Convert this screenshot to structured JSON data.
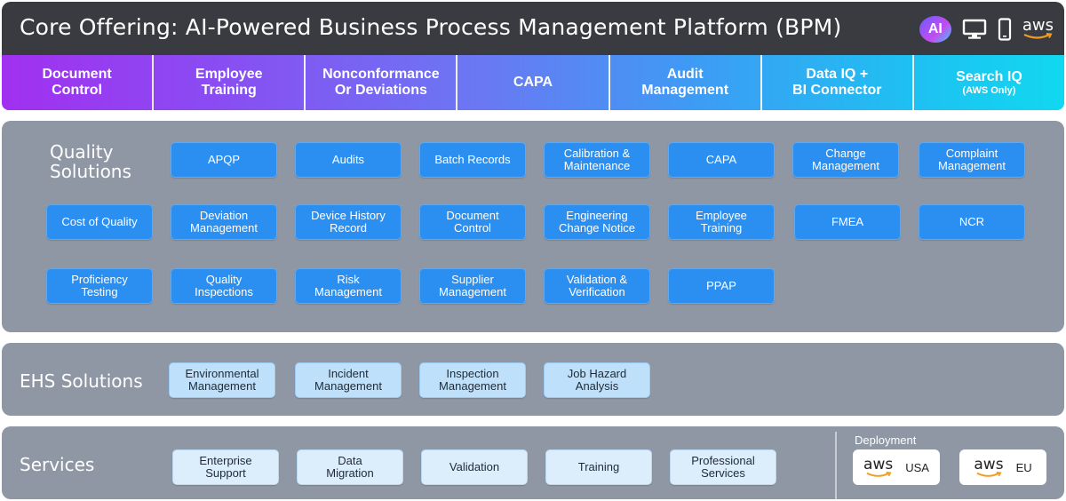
{
  "header": {
    "title": "Core Offering:  AI-Powered Business Process Management Platform (BPM)",
    "ai_badge": "AI",
    "aws": "aws",
    "icons": [
      "ai-icon",
      "desktop-icon",
      "mobile-icon",
      "aws-logo-icon"
    ]
  },
  "tabs": [
    {
      "label": "Document\nControl"
    },
    {
      "label": "Employee\nTraining"
    },
    {
      "label": "Nonconformance\nOr Deviations"
    },
    {
      "label": "CAPA"
    },
    {
      "label": "Audit\nManagement"
    },
    {
      "label": "Data IQ +\nBI Connector"
    },
    {
      "label": "Search IQ",
      "sub": "(AWS Only)"
    }
  ],
  "quality": {
    "label": "Quality\nSolutions",
    "tiles": [
      "APQP",
      "Audits",
      "Batch Records",
      "Calibration &\nMaintenance",
      "CAPA",
      "Change\nManagement",
      "Complaint\nManagement",
      "Cost of Quality",
      "Deviation\nManagement",
      "Device History\nRecord",
      "Document\nControl",
      "Engineering\nChange Notice",
      "Employee\nTraining",
      "FMEA",
      "NCR",
      "Proficiency\nTesting",
      "Quality\nInspections",
      "Risk\nManagement",
      "Supplier\nManagement",
      "Validation &\nVerification",
      "PPAP"
    ]
  },
  "ehs": {
    "label": "EHS Solutions",
    "tiles": [
      "Environmental\nManagement",
      "Incident\nManagement",
      "Inspection\nManagement",
      "Job Hazard\nAnalysis"
    ]
  },
  "services": {
    "label": "Services",
    "tiles": [
      "Enterprise\nSupport",
      "Data\nMigration",
      "Validation",
      "Training",
      "Professional\nServices"
    ],
    "deployment": {
      "label": "Deployment",
      "regions": [
        {
          "logo": "aws",
          "region": "USA"
        },
        {
          "logo": "aws",
          "region": "EU"
        }
      ]
    }
  },
  "colors": {
    "header_bg": "#3a3b40",
    "panel_bg": "#8e97a3",
    "tile_blue": "#2b8ff2",
    "tile_light": "#bfe0fb",
    "tab_gradient_start": "#a130f0",
    "tab_gradient_end": "#11d8f0"
  }
}
